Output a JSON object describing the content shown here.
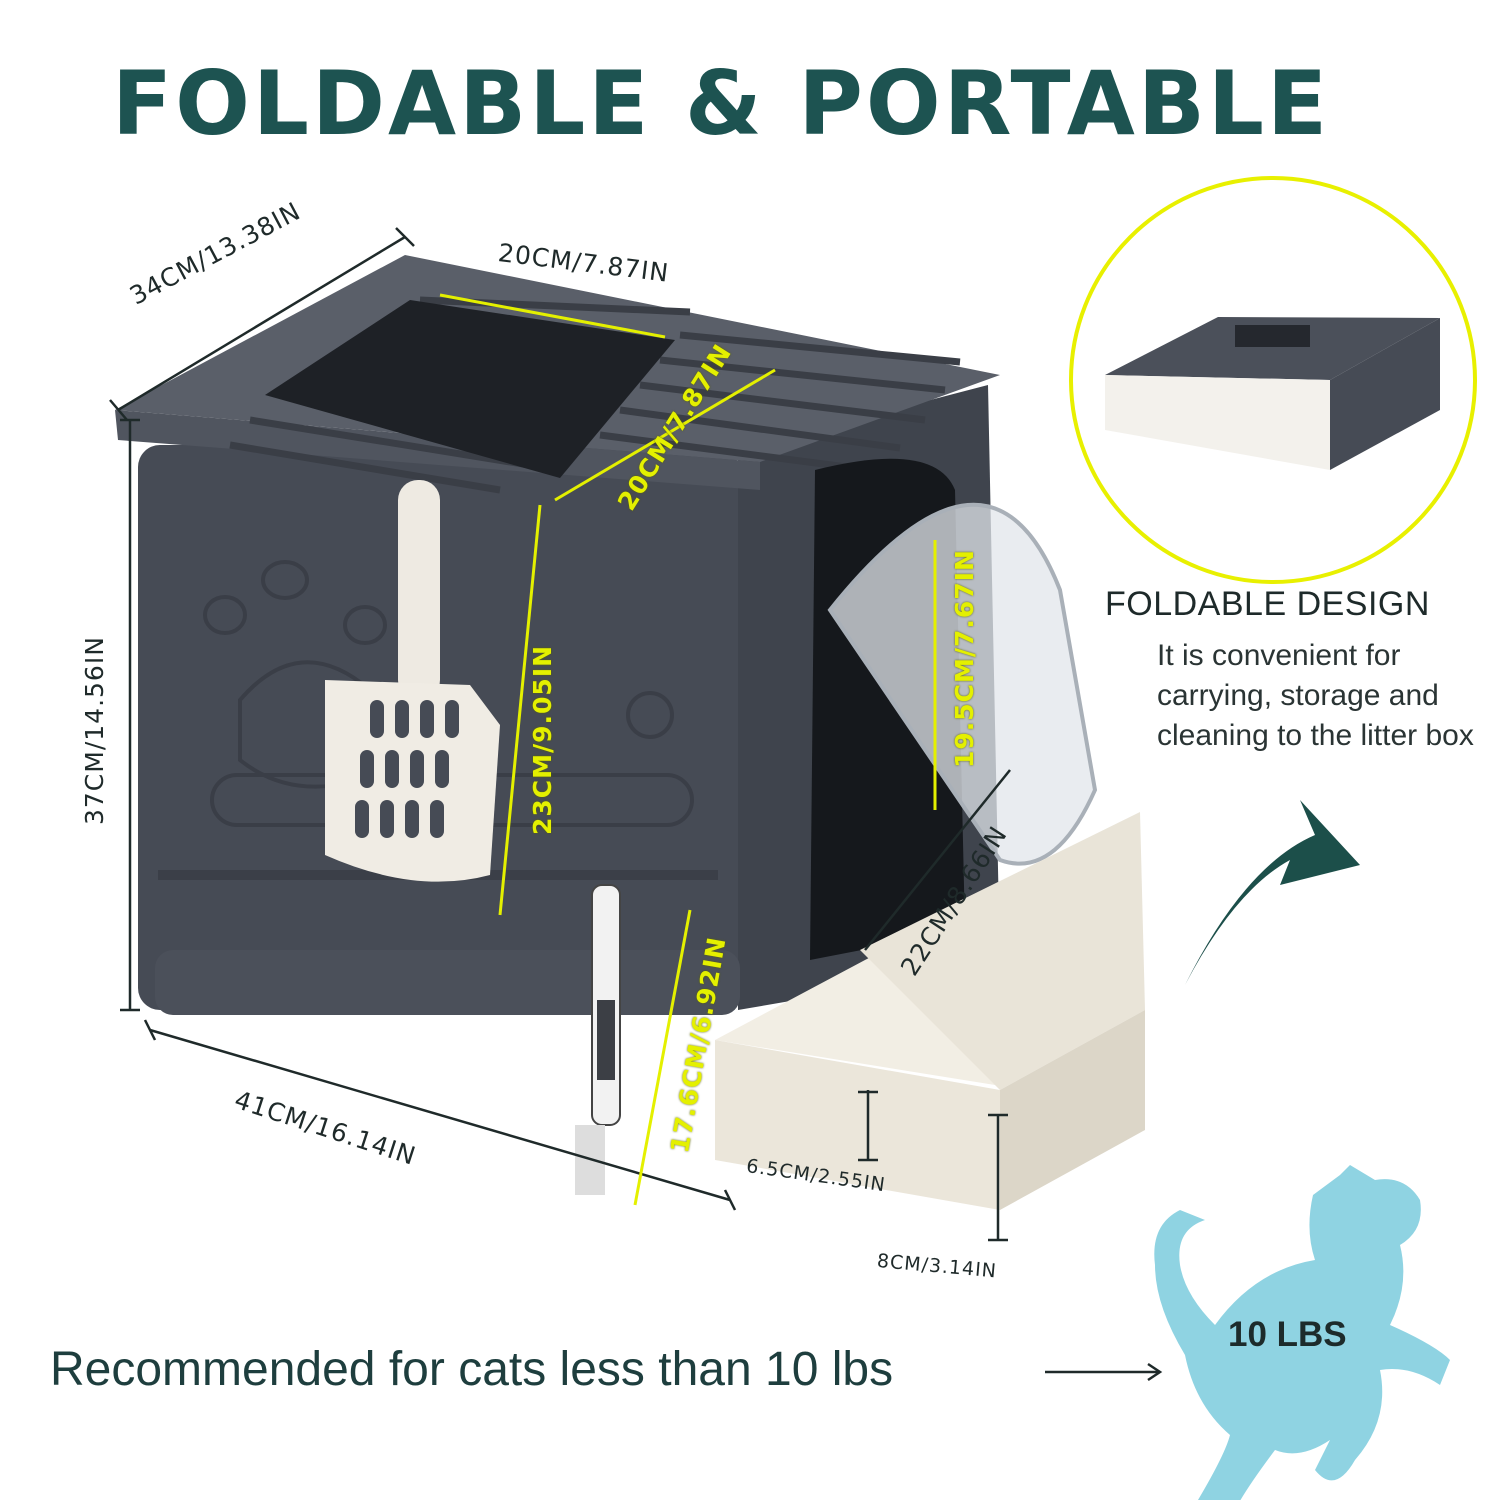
{
  "title": "FOLDABLE & PORTABLE",
  "dimensions": {
    "depth": "34CM/13.38IN",
    "top_width": "20CM/7.87IN",
    "opening_width": "20CM/7.87IN",
    "inner_height": "23CM/9.05IN",
    "door_height": "19.5CM/7.67IN",
    "height": "37CM/14.56IN",
    "length": "41CM/16.14IN",
    "tray_width": "22CM/8.66IN",
    "brush_height": "17.6CM/6.92IN",
    "tray_depth": "6.5CM/2.55IN",
    "tray_height": "8CM/3.14IN"
  },
  "feature": {
    "title": "FOLDABLE DESIGN",
    "body": "It is convenient for carrying, storage and cleaning to the litter box"
  },
  "recommendation": "Recommended for cats less than 10 lbs",
  "weight_badge": "10 LBS",
  "colors": {
    "title": "#1d5351",
    "box": "#464b55",
    "tray": "#ebe6da",
    "highlight": "#e4f000",
    "cat": "#8fd3e2",
    "arrow": "#1c4f4a"
  },
  "icons": [
    "paw-print-icon",
    "curved-arrow-icon",
    "cat-silhouette-icon"
  ]
}
